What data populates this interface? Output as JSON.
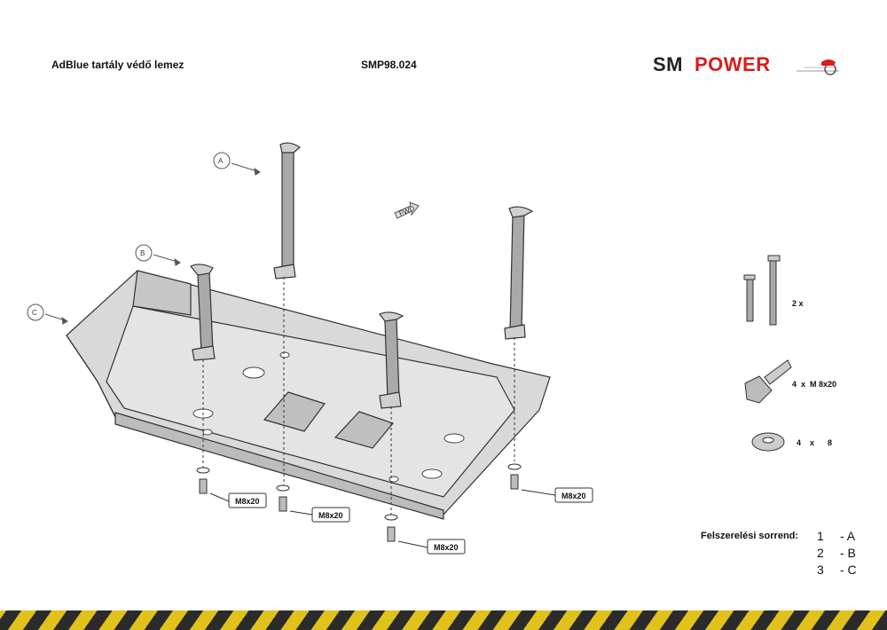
{
  "header": {
    "title": "AdBlue tartály védő lemez",
    "code": "SMP98.024"
  },
  "logo": {
    "part1": "SM",
    "part2": "POWER",
    "accent": "#d91c1c"
  },
  "drawing": {
    "callouts": [
      "A",
      "B",
      "C"
    ],
    "bolt_labels": [
      "M8x20",
      "M8x20",
      "M8x20",
      "M8x20"
    ],
    "fwd": "FWD"
  },
  "parts_list": [
    {
      "qty": "2 x",
      "icon": "bracket-icon"
    },
    {
      "qty": "4  x  M 8x20",
      "icon": "bolt-icon"
    },
    {
      "qty": "4    x      8",
      "icon": "washer-icon"
    }
  ],
  "sequence": {
    "heading": "Felszerelési sorrend:",
    "rows": [
      {
        "num": "1",
        "letter": "- A"
      },
      {
        "num": "2",
        "letter": "- B"
      },
      {
        "num": "3",
        "letter": "- C"
      }
    ]
  }
}
